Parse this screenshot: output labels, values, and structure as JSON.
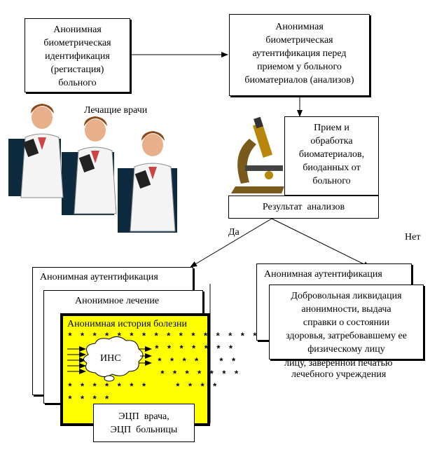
{
  "box_identification": {
    "lines": [
      "Анонимная",
      "биометрическая",
      "идентификация",
      "(регистация)",
      "больного"
    ]
  },
  "box_authentication": {
    "lines": [
      "Анонимная",
      "биометрическая",
      "аутентификация перед",
      "приемом у больного",
      "биоматериалов (анализов)"
    ]
  },
  "doctors_label": "Лечащие врачи",
  "box_processing": {
    "lines": [
      "Прием и",
      "обработка",
      "биоматериалов,",
      "биоданных от",
      "больного"
    ]
  },
  "results_label": "Результат  анализов",
  "branch_yes": "Да",
  "branch_no": "Нет",
  "left_branch": {
    "auth_title": "Анонимная аутентификация",
    "treatment_title": "Анонимное лечение",
    "history_title": "Анонимная история болезни",
    "ins_label": "ИНС",
    "stars_rows": [
      "* * * * * * * * * * * * * * * * * * * *",
      "* * * * * * *",
      "* * * * * * *",
      "* * * * * * *",
      "* * * * * * *",
      "* * * *",
      "* * * *"
    ],
    "signature_lines": [
      "ЭЦП  врача,",
      "ЭЦП  больницы"
    ]
  },
  "right_branch": {
    "auth_title": "Анонимная аутентификация",
    "liquidation_lines": [
      "Добровольная ликвидация",
      "анонимности, выдача",
      "справки о состоянии",
      "здоровья, затребовавшему ее",
      "физическому лицу",
      "лицу, заверенной печатью",
      "лечебного учреждения"
    ]
  },
  "colors": {
    "history_fill": "#ffff00",
    "doctor_backdrop": "#0d2a3f",
    "microscope_body": "#7a5a1a",
    "microscope_brass": "#b8860b"
  }
}
